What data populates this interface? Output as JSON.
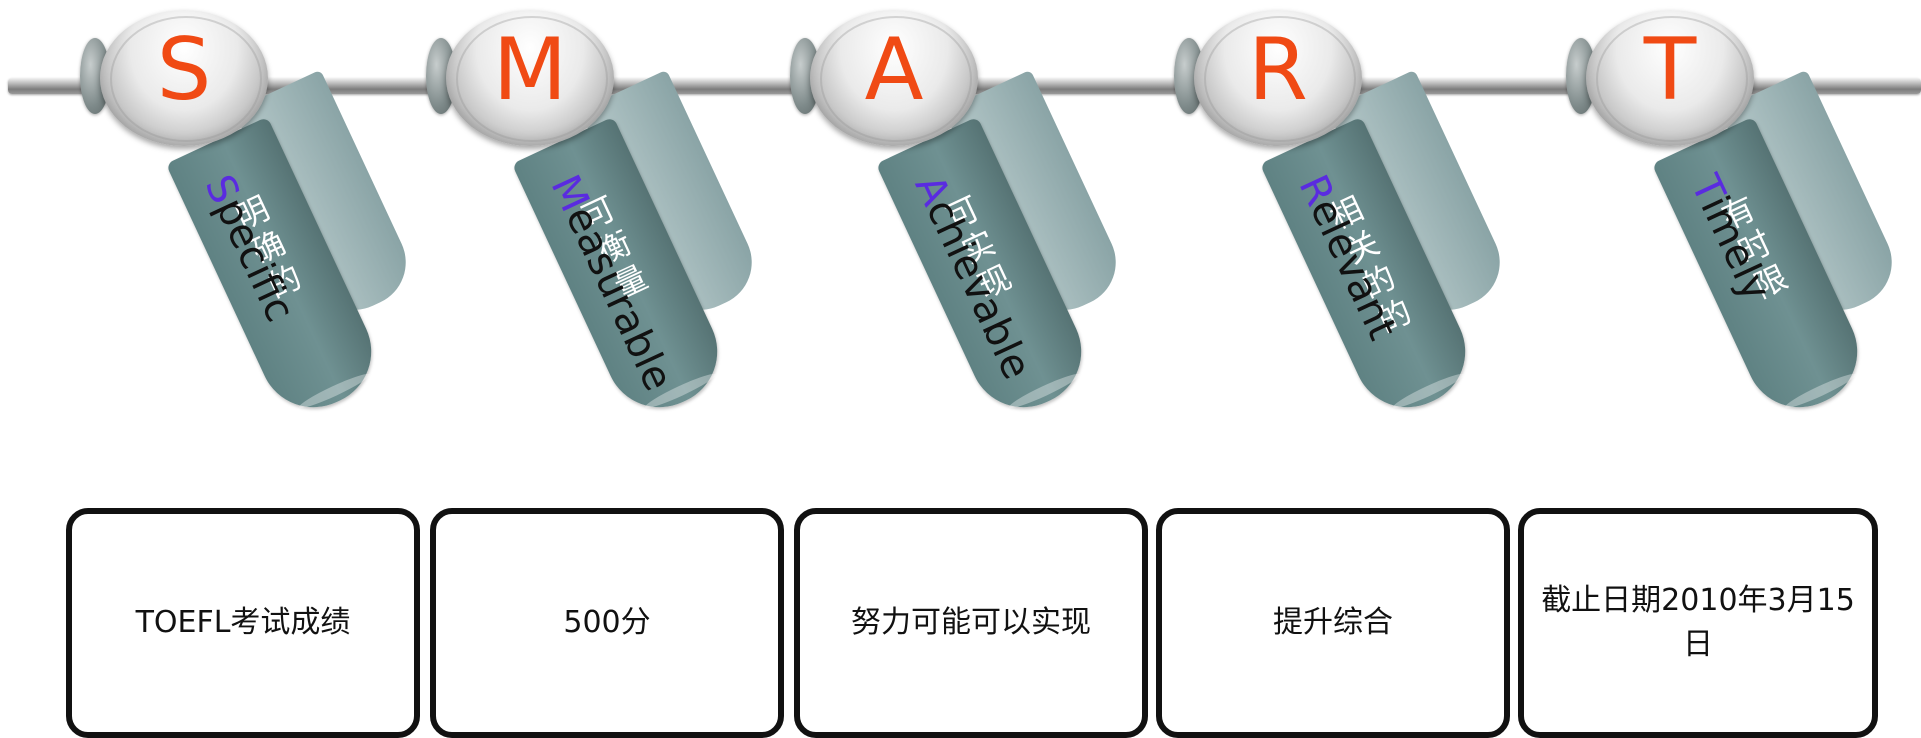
{
  "smart": [
    {
      "letter": "S",
      "first": "S",
      "rest": "pecific",
      "cn": "明确的",
      "box": "TOEFL考试成绩"
    },
    {
      "letter": "M",
      "first": "M",
      "rest": "easurable",
      "cn": "可衡量",
      "box": "500分"
    },
    {
      "letter": "A",
      "first": "A",
      "rest": "chievable",
      "cn": "可实现",
      "box": "努力可能可以实现"
    },
    {
      "letter": "R",
      "first": "R",
      "rest": "elevant",
      "cn": "相关的的",
      "box": "提升综合"
    },
    {
      "letter": "T",
      "first": "T",
      "rest": "imely",
      "cn": "有时限",
      "box": "截止日期2010年3月15日"
    }
  ],
  "colors": {
    "bead_letter": "#f04a14",
    "first_letter": "#5a2be0",
    "tag_front": "#6f9192",
    "tag_back": "#9fb6b7"
  }
}
